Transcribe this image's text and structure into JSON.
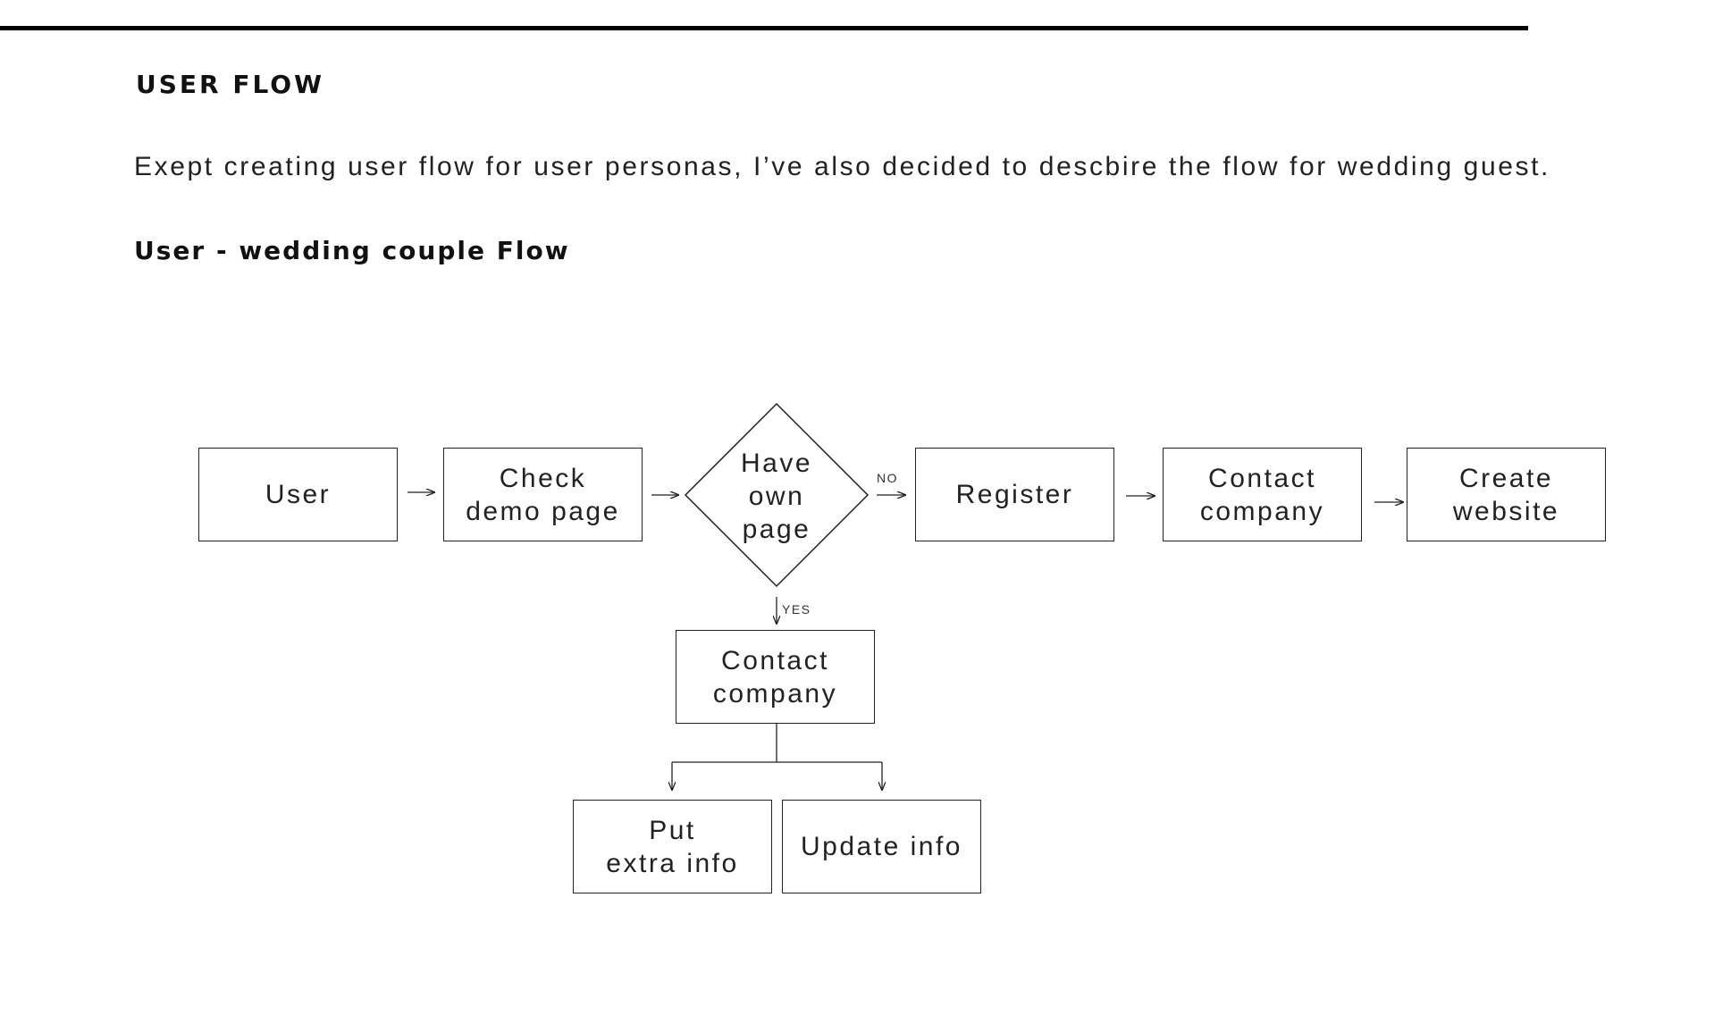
{
  "section_heading": "USER FLOW",
  "intro_text": "Exept creating user flow for user personas, I’ve also decided to descbire the flow for wedding guest.",
  "flow_title": "User - wedding couple  Flow",
  "diagram": {
    "nodes": {
      "user": "User",
      "check_demo": "Check\ndemo page",
      "decision": "Have\nown\npage",
      "register": "Register",
      "contact_company_main": "Contact\ncompany",
      "create_website": "Create\nwebsite",
      "contact_company_yes": "Contact\ncompany",
      "put_extra_info": "Put\nextra info",
      "update_info": "Update info"
    },
    "edge_labels": {
      "no": "NO",
      "yes": "YES"
    }
  }
}
